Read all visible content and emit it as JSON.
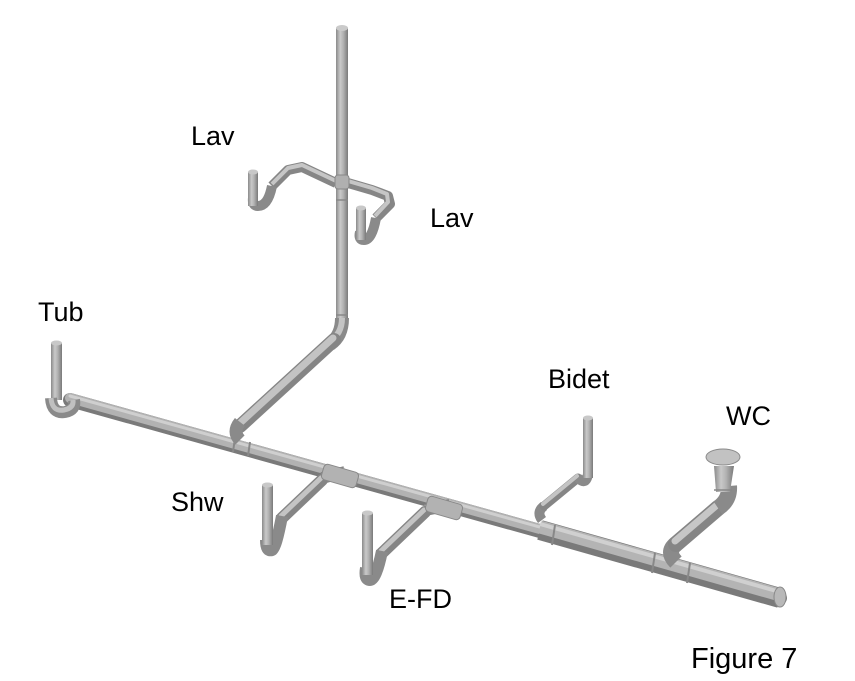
{
  "figure": {
    "caption": "Figure 7",
    "subject": "Isometric drainage / waste piping diagram",
    "pipe_color": "#a8a8a8",
    "pipe_highlight": "#d6d6d6",
    "pipe_shadow": "#7e7e7e"
  },
  "labels": {
    "lav_left": "Lav",
    "lav_right": "Lav",
    "tub": "Tub",
    "bidet": "Bidet",
    "wc": "WC",
    "shower": "Shw",
    "floor_drain": "E-FD"
  }
}
